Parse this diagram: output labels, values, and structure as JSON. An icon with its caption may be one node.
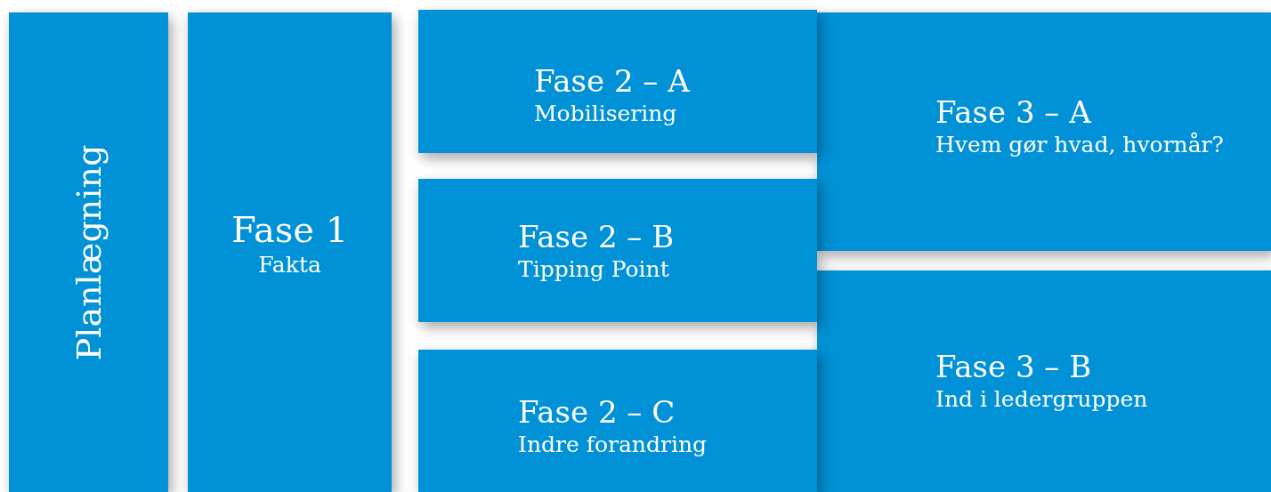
{
  "diagram": {
    "nodes": [
      {
        "text": [
          "Planlægning"
        ]
      },
      {
        "text": [
          "Fase 1",
          "Fakta"
        ]
      },
      {
        "text": [
          "Fase 2 – A",
          "Mobilisering"
        ]
      },
      {
        "text": [
          "Fase 2 – B",
          "Tipping Point"
        ]
      },
      {
        "text": [
          "Fase 2 – C",
          "Indre forandring"
        ]
      },
      {
        "text": [
          "Fase 3 – A",
          "Hvem gør hvad, hvornår?"
        ]
      },
      {
        "text": [
          "Fase 3 – B",
          "Ind i ledergruppen"
        ]
      }
    ],
    "edges": []
  }
}
